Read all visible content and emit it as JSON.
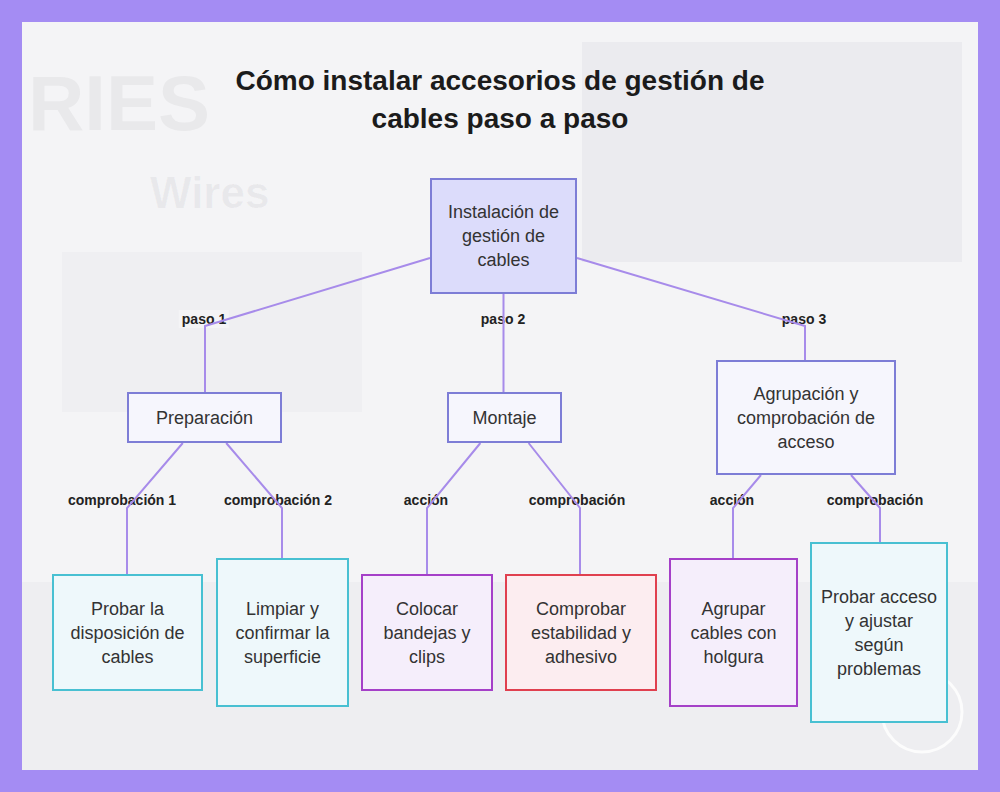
{
  "diagram": {
    "title": "Cómo instalar accesorios de gestión de cables paso a paso",
    "nodes": [
      {
        "text": [
          "Instalación de gestión de cables"
        ]
      },
      {
        "text": [
          "Preparación"
        ]
      },
      {
        "text": [
          "Montaje"
        ]
      },
      {
        "text": [
          "Agrupación y comprobación de acceso"
        ]
      },
      {
        "text": [
          "Probar la disposición de cables"
        ]
      },
      {
        "text": [
          "Limpiar y confirmar la superficie"
        ]
      },
      {
        "text": [
          "Colocar bandejas y clips"
        ]
      },
      {
        "text": [
          "Comprobar estabilidad y adhesivo"
        ]
      },
      {
        "text": [
          "Agrupar cables con holgura"
        ]
      },
      {
        "text": [
          "Probar acceso y ajustar según problemas"
        ]
      }
    ],
    "edges": [
      {
        "from": 0,
        "to": 1,
        "label": "paso 1",
        "arrow": "none"
      },
      {
        "from": 0,
        "to": 2,
        "label": "paso 2",
        "arrow": "none"
      },
      {
        "from": 0,
        "to": 3,
        "label": "paso 3",
        "arrow": "none"
      },
      {
        "from": 1,
        "to": 4,
        "label": "comprobación 1",
        "arrow": "none"
      },
      {
        "from": 1,
        "to": 5,
        "label": "comprobación 2",
        "arrow": "none"
      },
      {
        "from": 2,
        "to": 6,
        "label": "acción",
        "arrow": "none"
      },
      {
        "from": 2,
        "to": 7,
        "label": "comprobación",
        "arrow": "none"
      },
      {
        "from": 3,
        "to": 8,
        "label": "acción",
        "arrow": "none"
      },
      {
        "from": 3,
        "to": 9,
        "label": "comprobación",
        "arrow": "none"
      }
    ],
    "labels": [
      "RIES",
      "Wires"
    ]
  }
}
